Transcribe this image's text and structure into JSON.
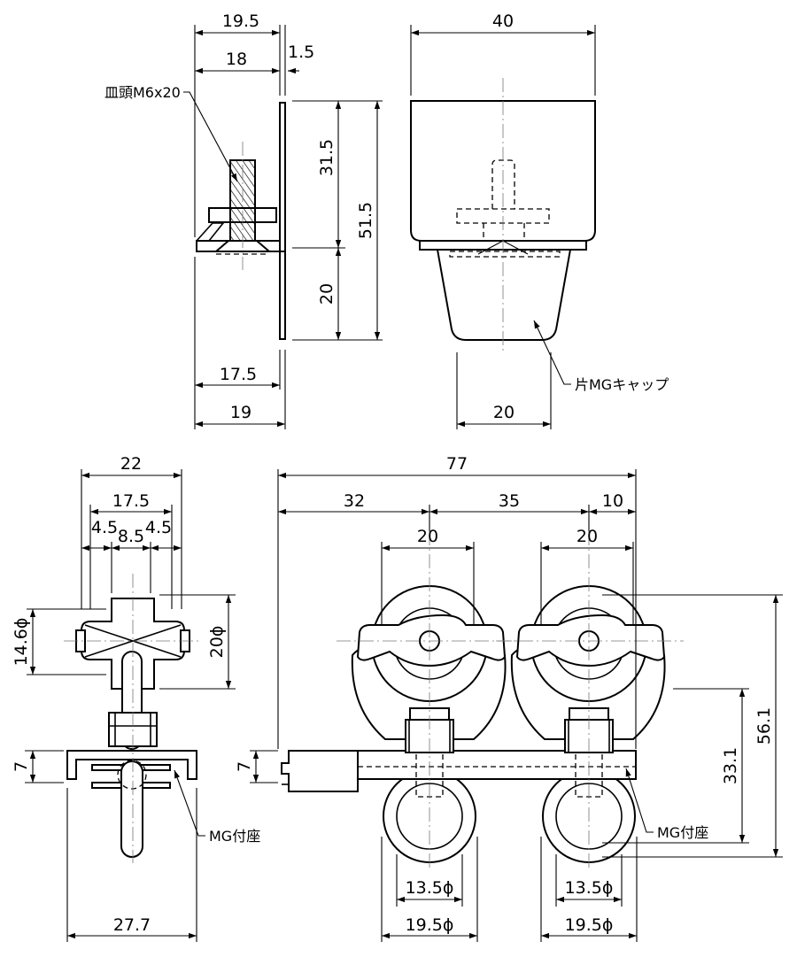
{
  "top_left_view": {
    "dims": {
      "w19_5": "19.5",
      "w18": "18",
      "t1_5": "1.5",
      "h31_5": "31.5",
      "h51_5": "51.5",
      "h20": "20",
      "w17_5": "17.5",
      "w19": "19"
    },
    "screw_label": "皿頭M6x20"
  },
  "top_right_view": {
    "dims": {
      "w40": "40",
      "w20": "20"
    },
    "cap_label": "片MGキャップ"
  },
  "bottom_left_view": {
    "dims": {
      "w22": "22",
      "w17_5": "17.5",
      "w4_5a": "4.5",
      "w8_5": "8.5",
      "w4_5b": "4.5",
      "d14_6": "14.6ϕ",
      "d20": "20ϕ",
      "h7": "7",
      "w27_7": "27.7"
    },
    "seat_label": "MG付座"
  },
  "bottom_right_view": {
    "dims": {
      "w77": "77",
      "w32": "32",
      "w35": "35",
      "w10": "10",
      "w20a": "20",
      "w20b": "20",
      "h7": "7",
      "h33_1": "33.1",
      "h56_1": "56.1",
      "d13_5a": "13.5ϕ",
      "d13_5b": "13.5ϕ",
      "d19_5a": "19.5ϕ",
      "d19_5b": "19.5ϕ"
    },
    "seat_label": "MG付座"
  }
}
